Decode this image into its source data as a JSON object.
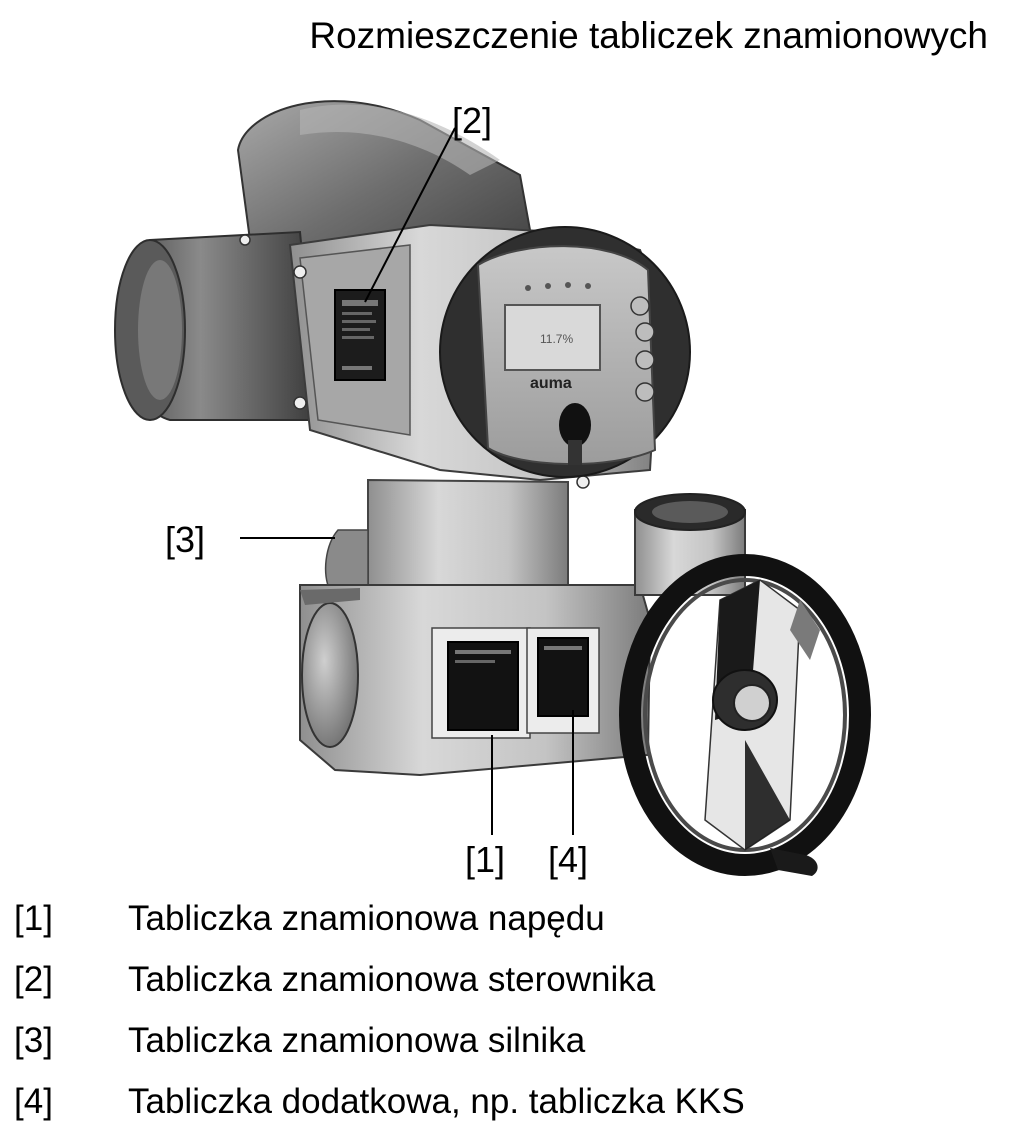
{
  "title": "Rozmieszczenie tabliczek znamionowych",
  "callouts": {
    "c1": "[1]",
    "c2": "[2]",
    "c3": "[3]",
    "c4": "[4]"
  },
  "device": {
    "brand": "auma",
    "display_value": "11.7%"
  },
  "legend": [
    {
      "key": "[1]",
      "text": "Tabliczka znamionowa napędu"
    },
    {
      "key": "[2]",
      "text": "Tabliczka znamionowa sterownika"
    },
    {
      "key": "[3]",
      "text": "Tabliczka znamionowa silnika"
    },
    {
      "key": "[4]",
      "text": "Tabliczka dodatkowa, np. tabliczka KKS"
    }
  ]
}
